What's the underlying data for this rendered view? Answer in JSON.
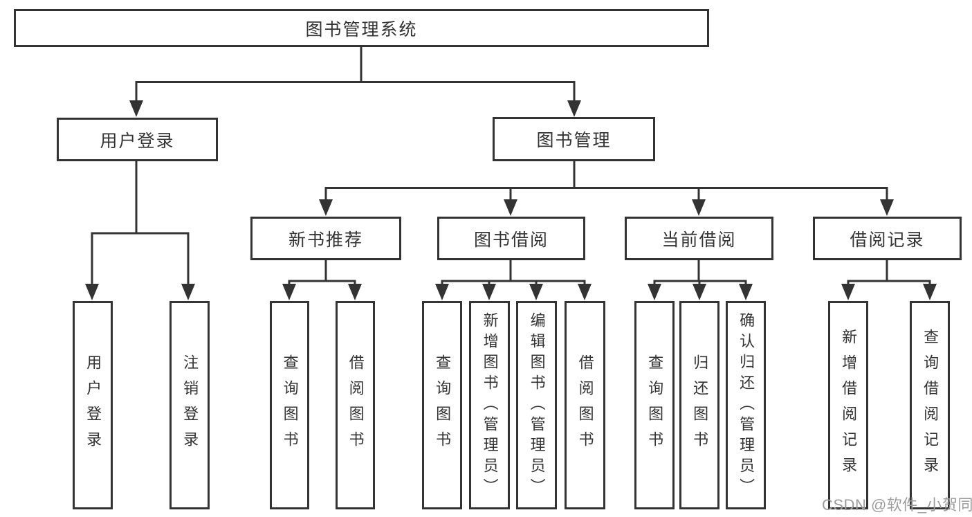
{
  "tree": {
    "label": "图书管理系统",
    "children": [
      {
        "label": "用户登录",
        "children": [
          {
            "label": "用户登录"
          },
          {
            "label": "注销登录"
          }
        ]
      },
      {
        "label": "图书管理",
        "children": [
          {
            "label": "新书推荐",
            "children": [
              {
                "label": "查询图书"
              },
              {
                "label": "借阅图书"
              }
            ]
          },
          {
            "label": "图书借阅",
            "children": [
              {
                "label": "查询图书"
              },
              {
                "label": "新增图书（管理员）"
              },
              {
                "label": "编辑图书（管理员）"
              },
              {
                "label": "借阅图书"
              }
            ]
          },
          {
            "label": "当前借阅",
            "children": [
              {
                "label": "查询图书"
              },
              {
                "label": "归还图书"
              },
              {
                "label": "确认归还（管理员）"
              }
            ]
          },
          {
            "label": "借阅记录",
            "children": [
              {
                "label": "新增借阅记录"
              },
              {
                "label": "查询借阅记录"
              }
            ]
          }
        ]
      }
    ]
  },
  "watermark": {
    "text": "CSDN @软件_小贺同学"
  },
  "colors": {
    "line": "#333333",
    "box_border": "#333333",
    "text": "#333333",
    "watermark": "#9c9c9c",
    "background": "#ffffff"
  }
}
